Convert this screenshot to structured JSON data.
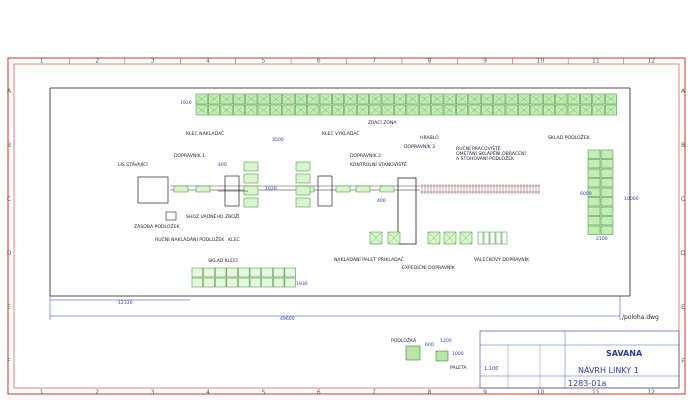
{
  "sheet": {
    "columns": [
      "1",
      "2",
      "3",
      "4",
      "5",
      "6",
      "7",
      "8",
      "9",
      "10",
      "11",
      "12"
    ],
    "rows": [
      "A",
      "B",
      "C",
      "D",
      "E",
      "F"
    ]
  },
  "labels": {
    "zona": "ZRACÍ ZÓNA",
    "klec_nakladac": "KLEC NAKLADAČ",
    "klec_vykladac": "KLEC VYKLADAČ",
    "hrablo": "HRABLO",
    "rucni_pracoviste_1": "RUČNÍ PRACOVIŠTĚ",
    "rucni_pracoviste_2": "OMETÁNÍ,SKLÁPĚNÍ,OBRACENÍ",
    "rucni_pracoviste_3": "A STOHOVÁNÍ PODLOŽEK",
    "sklad_podlozek": "SKLAD PODLOŽEK",
    "lis": "LIS STÁVAJÍCÍ",
    "dopravnik1": "DOPRAVNÍK 1",
    "dopravnik2": "DOPRAVNÍK 2",
    "dopravnik3": "DOPRAVNÍK 3",
    "kontrolni": "KONTROLNÍ STANOVIŠTĚ",
    "sipy": "SHOZ VADNÉHO ZBOŽÍ",
    "zasoba": "ZÁSOBA PODLOŽEK",
    "rucni_nakladani": "RUČNÍ NAKLÁDÁNÍ PODLOŽEK",
    "klec": "KLEC",
    "sklad_klici": "SKLAD KLECÍ",
    "nakladani_palet": "NAKLÁDÁNÍ PALET",
    "prikladac": "PŘIKLADAČ",
    "expedicni": "EXPEDIČNÍ DOPRAVNÍK",
    "valeckovy": "VÁLEČKOVÝ DOPRAVNÍK",
    "file": "/poloha.dwg",
    "podlozka": "PODLOŽKA",
    "paleta": "PALETA"
  },
  "dims": {
    "d1920": "1920",
    "d3500": "3500",
    "d400a": "400",
    "d400b": "400",
    "d1020": "1020",
    "d6000": "6000",
    "d10000": "10000",
    "d2100": "2100",
    "d12330": "12330",
    "d49600": "49600",
    "d1930": "1930",
    "d600": "600",
    "d1200": "1200",
    "d1000": "1000"
  },
  "title_block": {
    "company": "SAVANA",
    "title": "NÁVRH LINKY 1",
    "scale": "1:100",
    "number": "1283-01a"
  }
}
